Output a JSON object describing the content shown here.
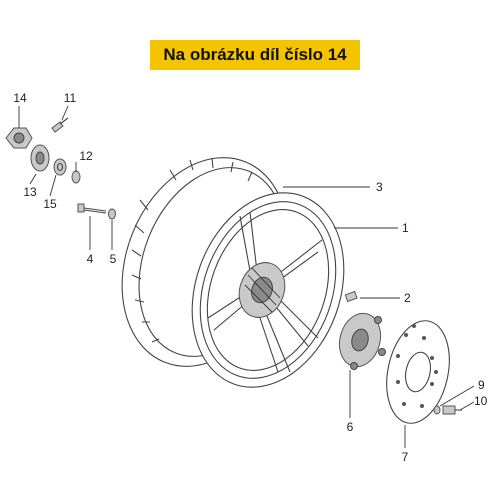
{
  "banner": {
    "text": "Na obrázku díl číslo 14"
  },
  "labels": {
    "p1": "1",
    "p2": "2",
    "p3": "3",
    "p4": "4",
    "p5": "5",
    "p6": "6",
    "p7": "7",
    "p9": "9",
    "p10": "10",
    "p11": "11",
    "p12": "12",
    "p13": "13",
    "p14": "14",
    "p15": "15"
  }
}
